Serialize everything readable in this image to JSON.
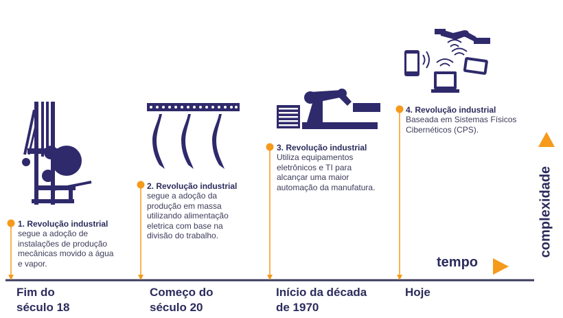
{
  "stages": [
    {
      "title": "1. Revolução industrial",
      "lines": [
        "segue a adoção de",
        "instalações de produção",
        "mecânicas movido a água",
        "e vapor."
      ],
      "period_lines": [
        "Fim do",
        "século 18"
      ]
    },
    {
      "title": "2. Revolução industrial",
      "lines": [
        "segue a adoção da",
        "produção em massa",
        "utilizando alimentação",
        "eletrica com base na",
        "divisão do trabalho."
      ],
      "period_lines": [
        "Começo do",
        "século 20"
      ]
    },
    {
      "title": "3. Revolução industrial",
      "lines": [
        "Utiliza equipamentos",
        "eletrônicos e TI para",
        "alcançar uma maior",
        "automação da manufatura."
      ],
      "period_lines": [
        "Início da década",
        "de 1970"
      ]
    },
    {
      "title": "4. Revolução industrial",
      "lines": [
        "Baseada em Sistemas Físicos",
        "Cibernéticos (CPS)."
      ],
      "period_lines": [
        "Hoje"
      ]
    }
  ],
  "axes": {
    "x_label": "tempo",
    "y_label": "complexidade"
  },
  "icons": [
    "loom-machine-icon",
    "conveyor-hooks-icon",
    "robot-arm-icon",
    "cyber-physical-icon"
  ],
  "colors": {
    "navy": "#2b2b5c",
    "orange": "#f59a1b"
  }
}
